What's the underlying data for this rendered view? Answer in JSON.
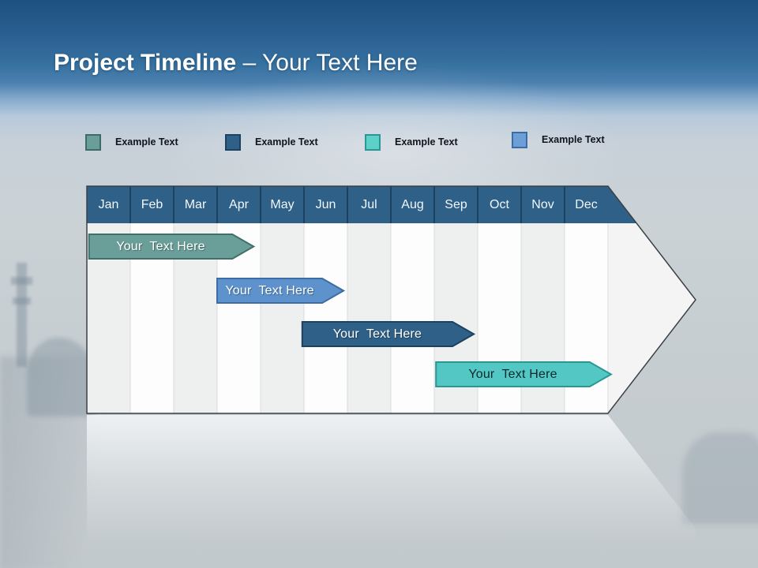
{
  "title": {
    "bold": "Project Timeline",
    "regular": " – Your Text Here"
  },
  "legend": {
    "items": [
      {
        "label": "Example Text",
        "swatch_color": "#6a9e99",
        "swatch_border": "#3f6b66"
      },
      {
        "label": "Example Text",
        "swatch_color": "#2e6088",
        "swatch_border": "#1d4160"
      },
      {
        "label": "Example Text",
        "swatch_color": "#5dd0ca",
        "swatch_border": "#2a9793"
      },
      {
        "label": "Example Text",
        "swatch_color": "#6b9fd6",
        "swatch_border": "#3c6ca3"
      }
    ]
  },
  "colors": {
    "header_fill": "#2e6088",
    "header_separator": "#1d4160",
    "grid_line": "#d9dadb",
    "stripe_gray": "#eef0f0",
    "stripe_white": "#fdfdfd",
    "arrow_fill": "#f4f4f4",
    "arrow_outline": "#3b4046",
    "title_text": "#ffffff",
    "legend_text": "#10141c"
  },
  "chart_data": {
    "type": "bar",
    "variant": "gantt-timeline-arrow",
    "title": "Project Timeline – Your Text Here",
    "categories": [
      "Jan",
      "Feb",
      "Mar",
      "Apr",
      "May",
      "Jun",
      "Jul",
      "Aug",
      "Sep",
      "Oct",
      "Nov",
      "Dec"
    ],
    "x_axis": {
      "unit": "month",
      "range": [
        0,
        12
      ]
    },
    "legend_position": "top",
    "grid": "vertical month columns with alternating gray/white shading",
    "tasks": [
      {
        "label": "Your  Text Here",
        "row": 1,
        "start": 0.05,
        "end": 3.35,
        "months": "Jan–Mar",
        "fill": "#6a9e99",
        "border": "#41706b",
        "text_color": "#ffffff"
      },
      {
        "label": "Your  Text Here",
        "row": 2,
        "start": 3.0,
        "end": 5.42,
        "months": "Apr–May",
        "fill": "#5e92cc",
        "border": "#3c6ca3",
        "text_color": "#ffffff"
      },
      {
        "label": "Your  Text Here",
        "row": 3,
        "start": 4.96,
        "end": 8.42,
        "months": "Jun–Aug",
        "fill": "#2e6088",
        "border": "#1d4160",
        "text_color": "#ffffff"
      },
      {
        "label": "Your  Text Here",
        "row": 4,
        "start": 8.04,
        "end": 11.58,
        "months": "Sep–Dec",
        "fill": "#52c7c3",
        "border": "#2a9793",
        "text_color": "#0e2a2c"
      }
    ]
  }
}
